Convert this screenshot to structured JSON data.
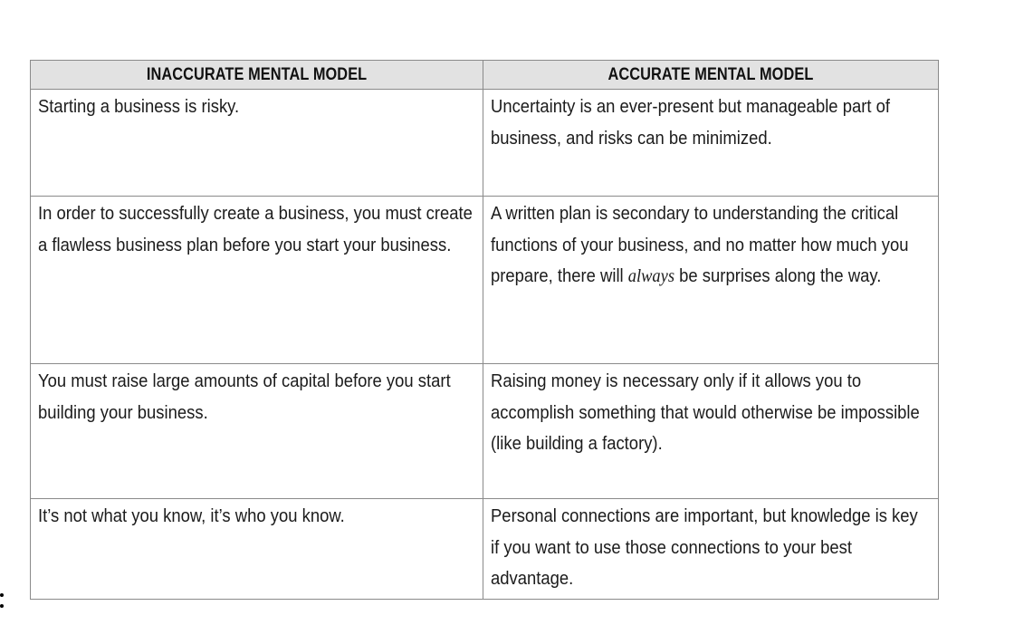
{
  "table": {
    "headers": [
      "INACCURATE MENTAL MODEL",
      "ACCURATE MENTAL MODEL"
    ],
    "rows": [
      {
        "inaccurate": "Starting a business is risky.",
        "accurate": "Uncertainty is an ever-present but manageable part of business, and risks can be minimized."
      },
      {
        "inaccurate": "In order to successfully create a business, you must create a flawless business plan before you start your business.",
        "accurate_before": "A written plan is secondary to understanding the critical functions of your business, and no matter how much you prepare, there will ",
        "accurate_emphasis": "always",
        "accurate_after": " be surprises along the way."
      },
      {
        "inaccurate": "You must raise large amounts of capital before you start building your business.",
        "accurate": "Raising money is necessary only if it allows you to accomplish something that would otherwise be impossible (like building a factory)."
      },
      {
        "inaccurate": "It’s not what you know, it’s who you know.",
        "accurate": "Personal connections are important, but knowledge is key if you want to use those connections to your best advantage."
      }
    ]
  }
}
